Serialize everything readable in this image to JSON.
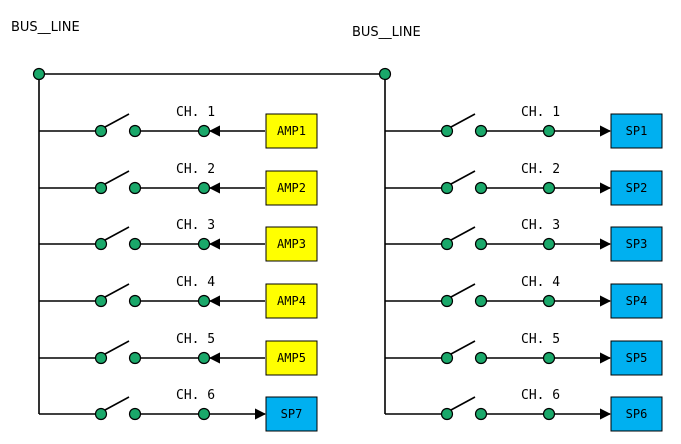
{
  "bus_labels": {
    "left": "BUS__LINE",
    "right": "BUS__LINE"
  },
  "colors": {
    "amp": "#ffff00",
    "sp": "#00b0f0",
    "node": "#1aa86a"
  },
  "left_channels": [
    {
      "channel": "CH. 1",
      "device": "AMP1",
      "kind": "amp"
    },
    {
      "channel": "CH. 2",
      "device": "AMP2",
      "kind": "amp"
    },
    {
      "channel": "CH. 3",
      "device": "AMP3",
      "kind": "amp"
    },
    {
      "channel": "CH. 4",
      "device": "AMP4",
      "kind": "amp"
    },
    {
      "channel": "CH. 5",
      "device": "AMP5",
      "kind": "amp"
    },
    {
      "channel": "CH. 6",
      "device": "SP7",
      "kind": "sp"
    }
  ],
  "right_channels": [
    {
      "channel": "CH. 1",
      "device": "SP1",
      "kind": "sp"
    },
    {
      "channel": "CH. 2",
      "device": "SP2",
      "kind": "sp"
    },
    {
      "channel": "CH. 3",
      "device": "SP3",
      "kind": "sp"
    },
    {
      "channel": "CH. 4",
      "device": "SP4",
      "kind": "sp"
    },
    {
      "channel": "CH. 5",
      "device": "SP5",
      "kind": "sp"
    },
    {
      "channel": "CH. 6",
      "device": "SP6",
      "kind": "sp"
    }
  ]
}
